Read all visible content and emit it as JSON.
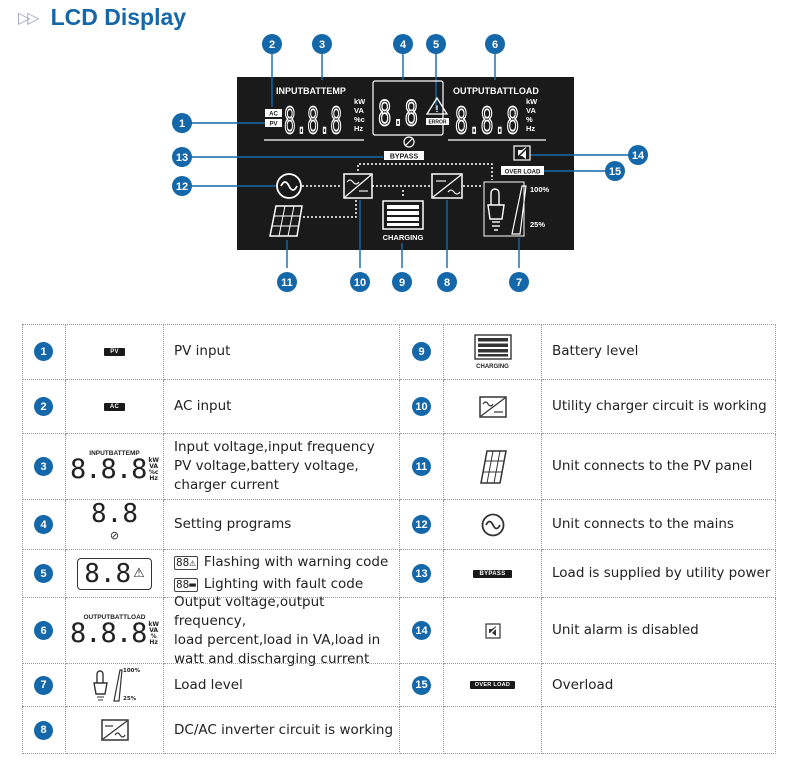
{
  "title": "LCD Display",
  "lcd": {
    "labels": {
      "ac": "AC",
      "pv": "PV",
      "input_header": "INPUTBATTEMP",
      "output_header": "OUTPUTBATTLOAD",
      "bypass": "BYPASS",
      "overload": "OVER LOAD",
      "charging": "CHARGING",
      "error": "ERROR",
      "load_100": "100%",
      "load_25": "25%",
      "digits3": "8.8.8",
      "digits2": "8.8",
      "units": [
        "kW",
        "VA",
        "%c",
        "Hz"
      ],
      "units_out": [
        "kW",
        "VA",
        "%",
        "Hz"
      ]
    },
    "callouts": [
      "1",
      "2",
      "3",
      "4",
      "5",
      "6",
      "7",
      "8",
      "9",
      "10",
      "11",
      "12",
      "13",
      "14",
      "15"
    ]
  },
  "legend": {
    "left": [
      {
        "num": "1",
        "icon_text": "PV",
        "desc": "PV input"
      },
      {
        "num": "2",
        "icon_text": "AC",
        "desc": "AC input"
      },
      {
        "num": "3",
        "icon_text": "INPUTBATTEMP",
        "desc": "Input voltage,input frequency\nPV voltage,battery voltage,\ncharger current"
      },
      {
        "num": "4",
        "icon_text": "8.8",
        "desc": "Setting programs"
      },
      {
        "num": "5",
        "icon_text": "8.8",
        "desc_warning": "Flashing with warning code",
        "desc_fault": "Lighting with fault code"
      },
      {
        "num": "6",
        "icon_text": "OUTPUTBATTLOAD",
        "desc": "Output voltage,output frequency,\nload percent,load in VA,load in\nwatt and discharging current"
      },
      {
        "num": "7",
        "icon_text": "100%",
        "icon_text2": "25%",
        "desc": "Load level"
      },
      {
        "num": "8",
        "icon_text": "",
        "desc": "DC/AC inverter circuit is working"
      }
    ],
    "right": [
      {
        "num": "9",
        "icon_text": "CHARGING",
        "desc": "Battery level"
      },
      {
        "num": "10",
        "icon_text": "",
        "desc": "Utility charger circuit is working"
      },
      {
        "num": "11",
        "icon_text": "",
        "desc": "Unit connects to the PV panel"
      },
      {
        "num": "12",
        "icon_text": "",
        "desc": "Unit connects to the mains"
      },
      {
        "num": "13",
        "icon_text": "BYPASS",
        "desc": "Load is supplied by utility power"
      },
      {
        "num": "14",
        "icon_text": "",
        "desc": "Unit alarm is disabled"
      },
      {
        "num": "15",
        "icon_text": "OVER LOAD",
        "desc": "Overload"
      }
    ]
  },
  "colors": {
    "accent": "#1467a8",
    "lcd_bg": "#1a1a1a",
    "lcd_fg": "#ffffff",
    "title": "#1467a8"
  }
}
